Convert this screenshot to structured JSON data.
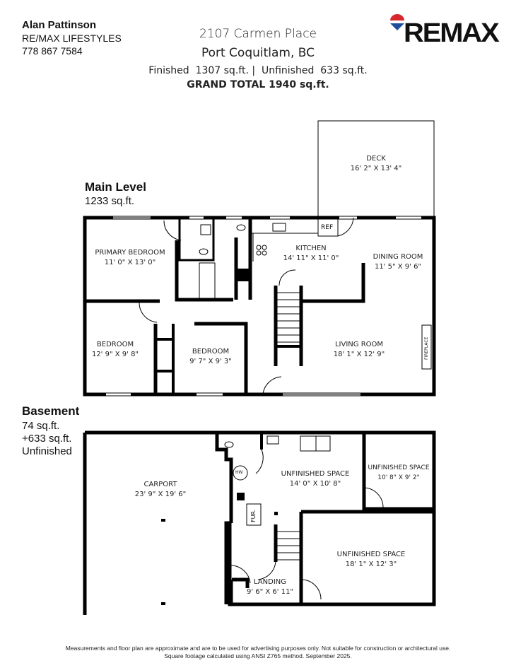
{
  "agent": {
    "name": "Alan Pattinson",
    "office": "RE/MAX LIFESTYLES",
    "phone": "778 867 7584"
  },
  "property": {
    "address_line1": "2107 Carmen Place",
    "address_line2": "Port Coquitlam, BC",
    "areas_line": "Finished  1307 sq.ft.  |  Unfinished  633 sq.ft.",
    "finished_label": "Finished",
    "finished_sqft": "1307 sq.ft.",
    "unfinished_label": "Unfinished",
    "unfinished_sqft": "633 sq.ft.",
    "grand_total": "GRAND TOTAL  1940 sq.ft."
  },
  "logo": {
    "text": "REMAX",
    "icon": "balloon-logo-icon",
    "colors": {
      "red": "#d7262e",
      "blue": "#1f4e9c",
      "text": "#111111"
    }
  },
  "main_level": {
    "title": "Main Level",
    "area": "1233 sq.ft.",
    "rooms": [
      {
        "name": "DECK",
        "dims": "16' 2\" X 13' 4\""
      },
      {
        "name": "PRIMARY BEDROOM",
        "dims": "11' 0\" X 13' 0\""
      },
      {
        "name": "KITCHEN",
        "dims": "14' 11\" X 11' 0\""
      },
      {
        "name": "DINING ROOM",
        "dims": "11' 5\" X 9' 6\""
      },
      {
        "name": "BEDROOM",
        "dims": "12' 9\" X 9' 8\""
      },
      {
        "name": "BEDROOM",
        "dims": "9' 7\" X 9' 3\""
      },
      {
        "name": "LIVING ROOM",
        "dims": "18' 1\" X 12' 9\""
      }
    ],
    "fixtures": {
      "ref": "REF",
      "fireplace": "FIREPLACE"
    }
  },
  "basement": {
    "title": "Basement",
    "area_finished": "74 sq.ft.",
    "area_unfinished": "+633 sq.ft.",
    "unfinished_label": "Unfinished",
    "rooms": [
      {
        "name": "CARPORT",
        "dims": "23' 9\" X 19' 6\""
      },
      {
        "name": "UNFINISHED SPACE",
        "dims": "14' 0\" X 10' 8\""
      },
      {
        "name": "UNFINISHED SPACE",
        "dims": "10' 8\" X 9' 2\""
      },
      {
        "name": "UNFINISHED SPACE",
        "dims": "18' 1\" X 12' 3\""
      },
      {
        "name": "LANDING",
        "dims": "9' 6\" X 6' 11\""
      }
    ],
    "fixtures": {
      "hot_water": "HW",
      "furnace": "FUR."
    }
  },
  "disclaimer": {
    "line1": "Measurements and floor plan are approximate and are to be used for advertising purposes only. Not suitable for construction or architectural use.",
    "line2": "Square footage calculated using ANSI Z765 method. September 2025."
  }
}
